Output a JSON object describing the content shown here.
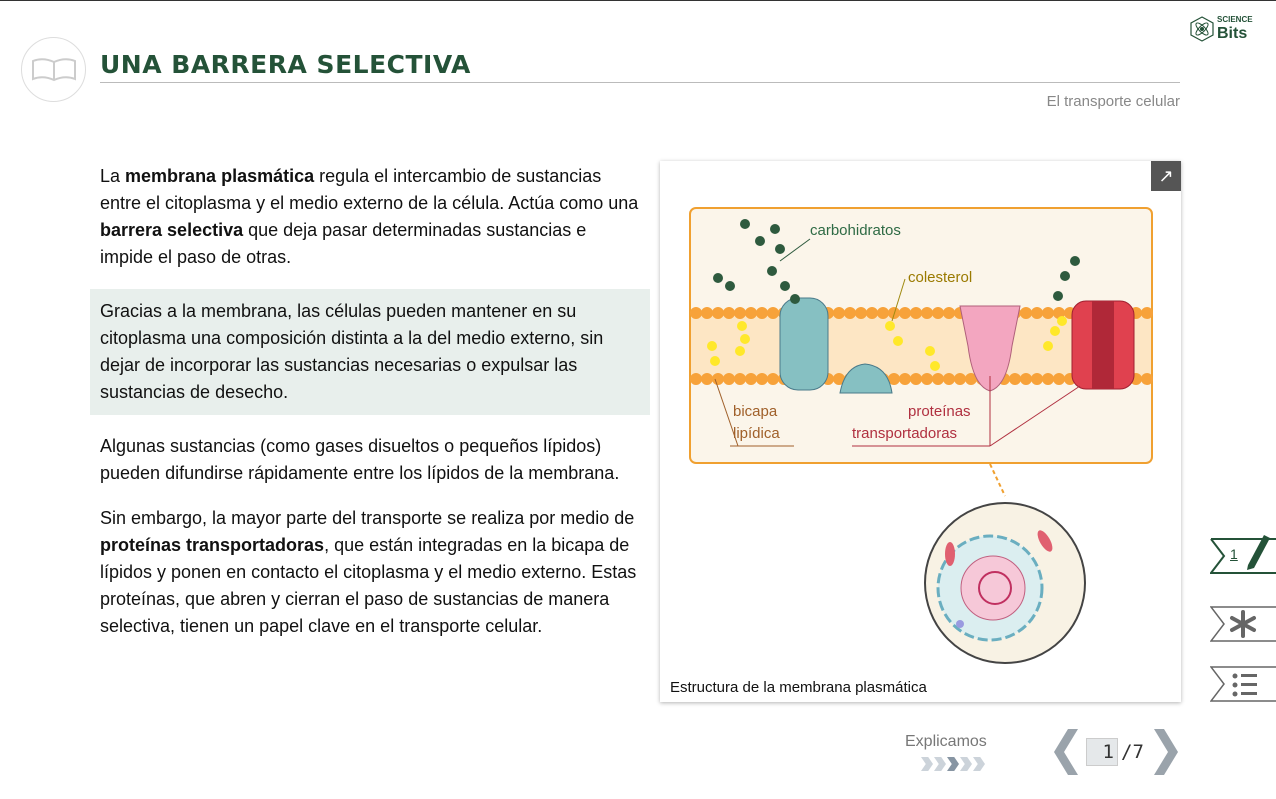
{
  "header": {
    "title": "UNA BARRERA SELECTIVA",
    "subtitle": "El transporte celular",
    "logo_small": "SCIENCE",
    "logo_big": "Bits"
  },
  "content": {
    "p1": [
      {
        "t": "La "
      },
      {
        "b": "membrana plasmática"
      },
      {
        "t": " regula el intercambio de sustancias entre el citoplasma y el medio externo de la célula. Actúa como una "
      },
      {
        "b": "barrera selectiva"
      },
      {
        "t": " que deja pasar determinadas sustancias e impide el paso de otras."
      }
    ],
    "p2": "Gracias a la membrana, las células pueden mantener en su citoplasma una composición distinta a la del medio externo, sin dejar de incorporar las sustancias necesarias o expulsar las sustancias de desecho.",
    "p3": "Algunas sustancias (como gases disueltos o pequeños lípidos) pueden difundirse rápidamente entre los lípidos de la membrana.",
    "p4a": "Sin embargo, la mayor parte del transporte se realiza por medio de ",
    "p4b": "proteínas transportadoras",
    "p4c": ", que están integradas en la bicapa de lípidos y ponen en contacto el citoplasma y el medio externo. Estas proteínas, que abren y cierran el paso de sustancias de manera selectiva, tienen un papel clave en el transporte celular."
  },
  "figure": {
    "labels": {
      "carbs": "carbohidratos",
      "chol": "colesterol",
      "bilayer1": "bicapa",
      "bilayer2": "lipídica",
      "prot1": "proteínas",
      "prot2": "transportadoras"
    },
    "caption": "Estructura de la membrana plasmática",
    "expand_icon": "expand-icon"
  },
  "sidebar": {
    "notes_number": "1",
    "icons": [
      "pencil-note-icon",
      "asterisk-icon",
      "list-icon"
    ]
  },
  "nav": {
    "section": "Explicamos",
    "current_page": "1",
    "total": "/7",
    "steps": 5,
    "active_step": 3
  }
}
